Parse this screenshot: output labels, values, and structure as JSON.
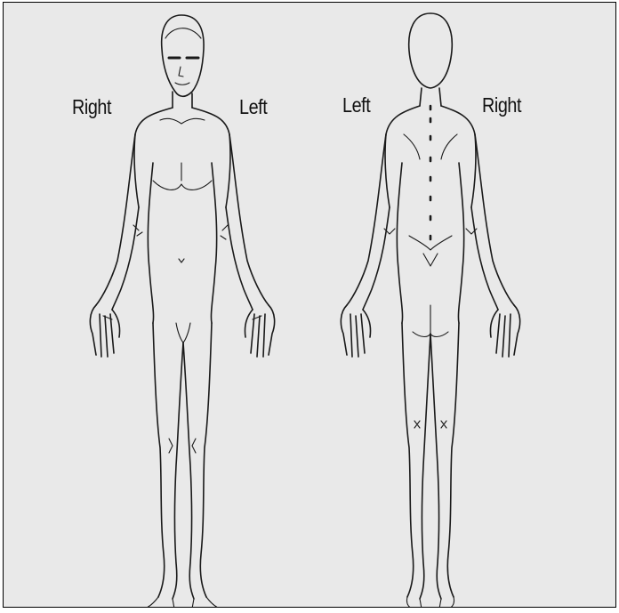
{
  "labels": {
    "front_right": "Right",
    "front_left": "Left",
    "back_left": "Left",
    "back_right": "Right"
  },
  "figures": [
    {
      "view": "front"
    },
    {
      "view": "back"
    }
  ],
  "colors": {
    "background": "#e9e9e9",
    "line": "#1a1a1a",
    "border": "#000000"
  }
}
